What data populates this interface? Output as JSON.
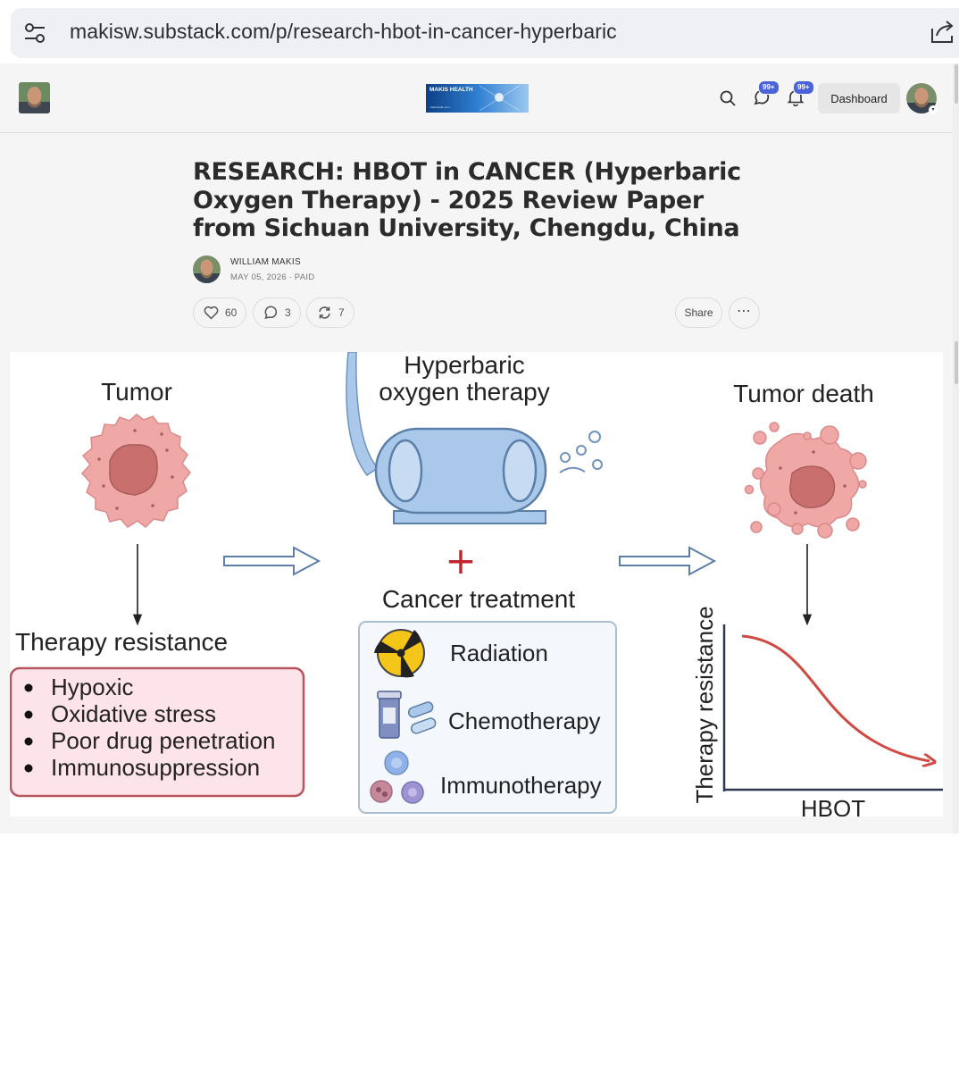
{
  "browser": {
    "url": "makisw.substack.com/p/research-hbot-in-cancer-hyperbaric",
    "icons": {
      "site_settings": "tune-icon",
      "share": "share-icon"
    }
  },
  "nav": {
    "logo_text": "MAKIS HEALTH",
    "logo_subtext": "makishealth.com",
    "messages_badge": "99+",
    "notifications_badge": "99+",
    "dashboard_label": "Dashboard",
    "icons": {
      "search": "search-icon",
      "messages": "chat-bubble-icon",
      "notifications": "bell-icon"
    }
  },
  "post": {
    "title": "RESEARCH: HBOT in CANCER (Hyperbaric Oxygen Therapy) - 2025 Review Paper from Sichuan University, Chengdu, China",
    "author": "WILLIAM MAKIS",
    "date": "MAY 05, 2026",
    "access": "PAID",
    "likes": "60",
    "comments": "3",
    "restacks": "7",
    "share_label": "Share",
    "more_label": "⋯",
    "icons": {
      "like": "heart-icon",
      "comment": "comment-icon",
      "restack": "restack-icon"
    }
  },
  "figure": {
    "tumor_label": "Tumor",
    "hbot_label_line1": "Hyperbaric",
    "hbot_label_line2": "oxygen therapy",
    "tumor_death_label": "Tumor death",
    "therapy_resistance_label": "Therapy resistance",
    "resistance_factors": [
      "Hypoxic",
      "Oxidative stress",
      "Poor drug penetration",
      "Immunosuppression"
    ],
    "plus_sign": "+",
    "cancer_treatment_label": "Cancer treatment",
    "treatments": [
      "Radiation",
      "Chemotherapy",
      "Immunotherapy"
    ],
    "graph_ylabel": "Therapy resistance",
    "graph_xlabel": "HBOT",
    "colors": {
      "tumor": "#f0a8a6",
      "tumor_core": "#d07774",
      "box_pink": "#fde4ea",
      "box_border": "#b8555e",
      "chamber": "#a9c8ea",
      "curve": "#d04a43",
      "plus": "#c0272d"
    }
  }
}
